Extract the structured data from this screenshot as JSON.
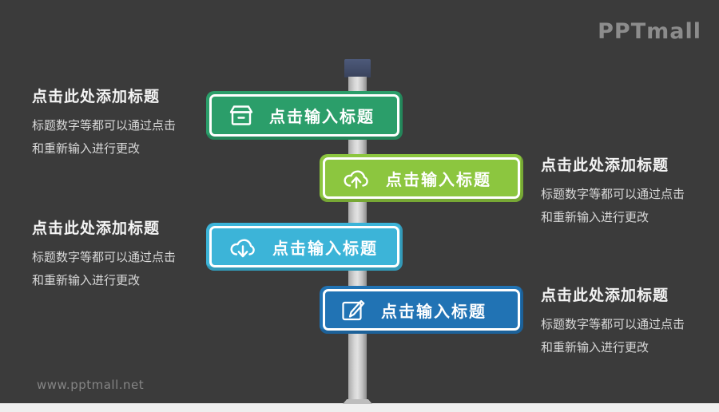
{
  "page": {
    "bg_color": "#3b3b3b",
    "footer_strip_color": "#efefef"
  },
  "brand": {
    "logo_text": "PPTmall",
    "watermark_text": "www.pptmall.net"
  },
  "pole": {
    "shaft_color": "#cfcfcf",
    "cap_color": "#414e6b"
  },
  "signs": [
    {
      "label": "点击输入标题",
      "icon": "box-icon",
      "color": "#2b9e6a"
    },
    {
      "label": "点击输入标题",
      "icon": "cloud-upload-icon",
      "color": "#8cc63f"
    },
    {
      "label": "点击输入标题",
      "icon": "cloud-download-icon",
      "color": "#3cb4d8"
    },
    {
      "label": "点击输入标题",
      "icon": "edit-icon",
      "color": "#2173b4"
    }
  ],
  "notes": [
    {
      "position": "left-top",
      "title": "点击此处添加标题",
      "line1": "标题数字等都可以通过点击",
      "line2": "和重新输入进行更改"
    },
    {
      "position": "right-upper",
      "title": "点击此处添加标题",
      "line1": "标题数字等都可以通过点击",
      "line2": "和重新输入进行更改"
    },
    {
      "position": "left-lower",
      "title": "点击此处添加标题",
      "line1": "标题数字等都可以通过点击",
      "line2": "和重新输入进行更改"
    },
    {
      "position": "right-bottom",
      "title": "点击此处添加标题",
      "line1": "标题数字等都可以通过点击",
      "line2": "和重新输入进行更改"
    }
  ]
}
